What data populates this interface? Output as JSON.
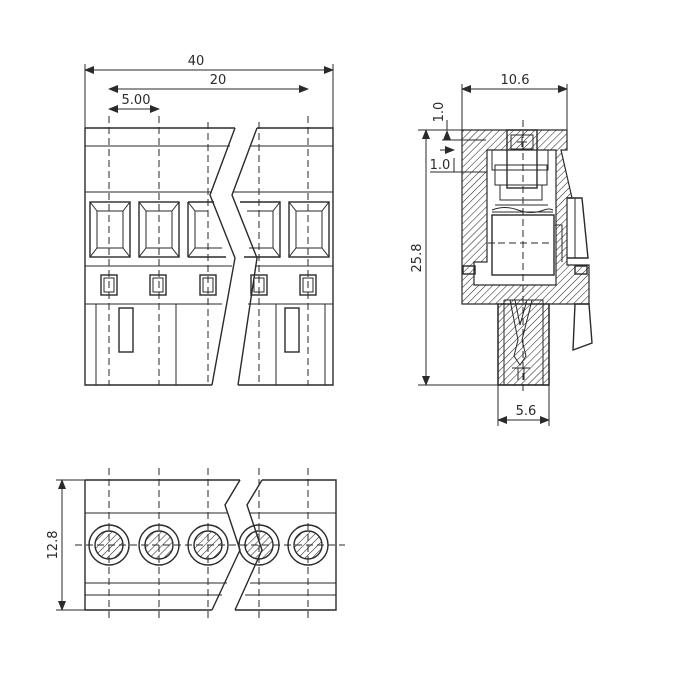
{
  "drawing": {
    "front_view": {
      "overall_width_label": "40",
      "span_label": "20",
      "pitch_label": "5.00"
    },
    "side_view": {
      "top_width_label": "10.6",
      "height_label": "25.8",
      "offset_label_1": "1.0",
      "offset_label_2": "1.0",
      "bottom_width_label": "5.6"
    },
    "bottom_view": {
      "depth_label": "12.8"
    }
  }
}
